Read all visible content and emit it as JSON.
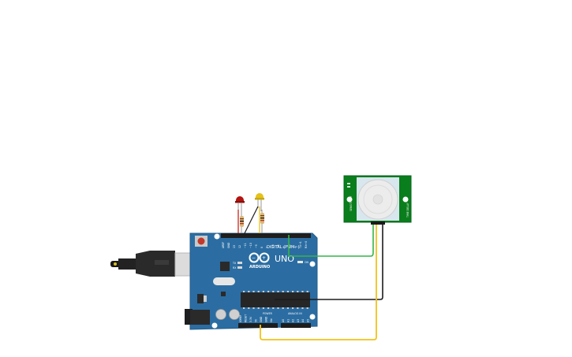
{
  "board": {
    "brand": "ARDUINO",
    "model": "UNO",
    "digital_header_label": "DIGITAL (PWM~)",
    "power_header_label": "POWER",
    "analog_header_label": "ANALOG IN",
    "led_labels": [
      "TX",
      "RX"
    ],
    "on_label": "ON",
    "digital_pins": [
      "AREF",
      "GND",
      "13",
      "12",
      "~11",
      "~10",
      "~9",
      "8",
      "7",
      "~6",
      "~5",
      "4",
      "~3",
      "2",
      "TX→1",
      "RX←0"
    ],
    "power_pins": [
      "IOREF",
      "RESET",
      "3.3V",
      "5V",
      "GND",
      "GND",
      "Vin"
    ],
    "analog_pins": [
      "A0",
      "A1",
      "A2",
      "A3",
      "A4",
      "A5"
    ]
  },
  "pir_sensor": {
    "left_label": "SENSITIVITY",
    "right_label": "TIME DELAY"
  },
  "components": {
    "led_red": {
      "color": "#b3140f"
    },
    "led_yellow": {
      "color": "#e4c21a"
    }
  },
  "wires": {
    "signal_color": "#35b449",
    "power_color": "#f2c31b",
    "ground_color": "#1c1c1c",
    "led_red_wire_color": "#c8261c",
    "led_yellow_wire_color": "#e9c21a"
  },
  "colors": {
    "board_blue": "#2b6da2",
    "pir_green": "#0a7d1d"
  }
}
